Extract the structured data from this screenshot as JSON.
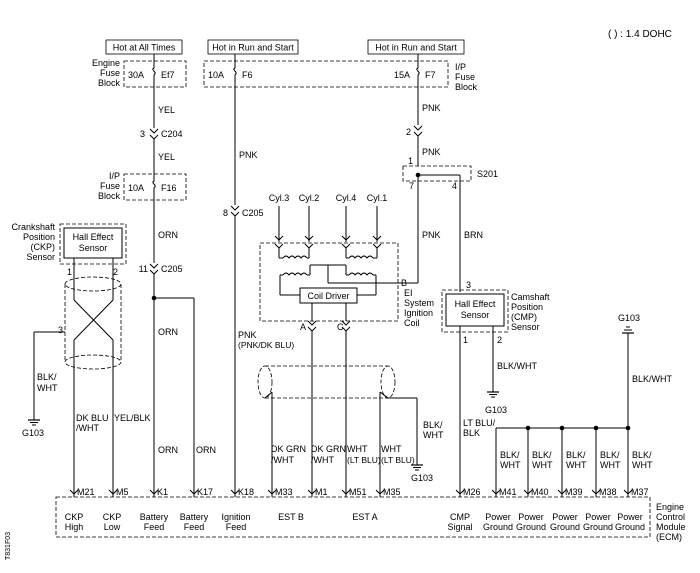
{
  "note": "( ) : 1.4 DOHC",
  "drawing_code": "T831F03",
  "power_boxes": {
    "hot_always": "Hot at All Times",
    "run_start_1": "Hot in Run and Start",
    "run_start_2": "Hot in Run and Start"
  },
  "engine_fuse_block": {
    "line1": "Engine",
    "line2": "Fuse",
    "line3": "Block",
    "amp": "30A",
    "fuse": "Ef7"
  },
  "ip_fuse_top": {
    "amp1": "10A",
    "fuse1": "F6",
    "amp2": "15A",
    "fuse2": "F7",
    "line1": "I/P",
    "line2": "Fuse",
    "line3": "Block"
  },
  "ip_fuse_f16": {
    "line1": "I/P",
    "line2": "Fuse",
    "line3": "Block",
    "amp": "10A",
    "fuse": "F16"
  },
  "wires": {
    "yel": "YEL",
    "pnk": "PNK",
    "orn": "ORN",
    "brn": "BRN",
    "blk_wht": "BLK/",
    "wht": "WHT",
    "pnk_alt": "(PNK/DK BLU)",
    "dk_blu": "DK BLU",
    "wht_slash": "/WHT",
    "yel_blk": "YEL/BLK",
    "dk_grn": "DK GRN",
    "wht_lt_blu": "(LT BLU)",
    "lt_blu": "LT BLU/",
    "blk": "BLK",
    "blk_wht_full": "BLK/WHT"
  },
  "connectors": {
    "c204": "C204",
    "c204_pin": "3",
    "c205_top": "C205",
    "c205_top_pin": "8",
    "c205": "C205",
    "c205_pin": "11",
    "s201": "S201",
    "f7_pin": "2",
    "s201_in": "1",
    "s201_left": "7",
    "s201_right": "4"
  },
  "ckp": {
    "l1": "Crankshaft",
    "l2": "Position",
    "l3": "(CKP)",
    "l4": "Sensor",
    "box1": "Hall Effect",
    "box2": "Sensor",
    "pin1": "1",
    "pin2": "2",
    "pin3": "3"
  },
  "cmp": {
    "l1": "Camshaft",
    "l2": "Position",
    "l3": "(CMP)",
    "l4": "Sensor",
    "box1": "Hall Effect",
    "box2": "Sensor",
    "pin3": "3",
    "pin1": "1",
    "pin2": "2"
  },
  "coil": {
    "cyl3": "Cyl.3",
    "cyl2": "Cyl.2",
    "cyl4": "Cyl.4",
    "cyl1": "Cyl.1",
    "driver": "Coil Driver",
    "l1": "EI",
    "l2": "System",
    "l3": "Ignition",
    "l4": "Coil",
    "pinA": "A",
    "pinB": "B",
    "pinC": "C"
  },
  "grounds": {
    "g103": "G103"
  },
  "ecm": {
    "pins": [
      "M21",
      "M5",
      "K1",
      "K17",
      "K18",
      "M33",
      "M1",
      "M51",
      "M35",
      "M26",
      "M41",
      "M40",
      "M39",
      "M38",
      "M37"
    ],
    "labels": {
      "ckp_high_1": "CKP",
      "ckp_high_2": "High",
      "ckp_low_1": "CKP",
      "ckp_low_2": "Low",
      "batt1_1": "Battery",
      "batt1_2": "Feed",
      "batt2_1": "Battery",
      "batt2_2": "Feed",
      "ign_1": "Ignition",
      "ign_2": "Feed",
      "est_b": "EST B",
      "est_a": "EST A",
      "cmp_1": "CMP",
      "cmp_2": "Signal",
      "pg_1": "Power",
      "pg_2": "Ground"
    },
    "name1": "Engine",
    "name2": "Control",
    "name3": "Module",
    "name4": "(ECM)"
  }
}
